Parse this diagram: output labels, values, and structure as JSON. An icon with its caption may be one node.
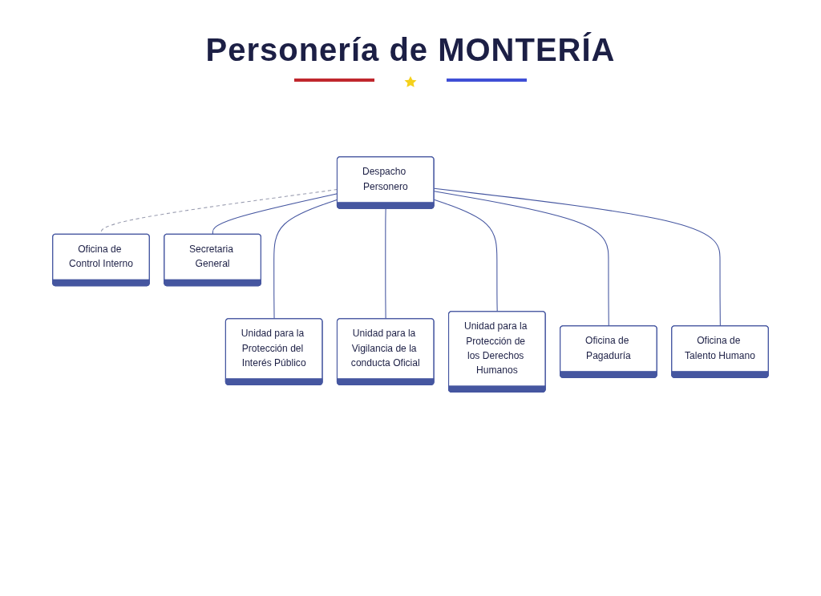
{
  "diagram": {
    "title": "Personería de MONTERÍA",
    "nodes": [
      {
        "text": [
          "Despacho Personero"
        ]
      },
      {
        "text": [
          "Oficina de Control Interno"
        ]
      },
      {
        "text": [
          "Secretaria General"
        ]
      },
      {
        "text": [
          "Unidad para la Protección del Interés Público"
        ]
      },
      {
        "text": [
          "Unidad para la Vigilancia de la conducta Oficial"
        ]
      },
      {
        "text": [
          "Unidad para la Protección de los Derechos Humanos"
        ]
      },
      {
        "text": [
          "Oficina de Pagaduría"
        ]
      },
      {
        "text": [
          "Oficina de Talento Humano"
        ]
      }
    ],
    "edges": [
      {
        "from": 0,
        "to": 1,
        "arrow": "none",
        "style": "dashed",
        "color": "#9a9db0"
      },
      {
        "from": 0,
        "to": 2,
        "arrow": "none"
      },
      {
        "from": 0,
        "to": 3,
        "arrow": "none"
      },
      {
        "from": 0,
        "to": 4,
        "arrow": "none"
      },
      {
        "from": 0,
        "to": 5,
        "arrow": "none"
      },
      {
        "from": 0,
        "to": 6,
        "arrow": "none"
      },
      {
        "from": 0,
        "to": 7,
        "arrow": "none"
      }
    ]
  }
}
